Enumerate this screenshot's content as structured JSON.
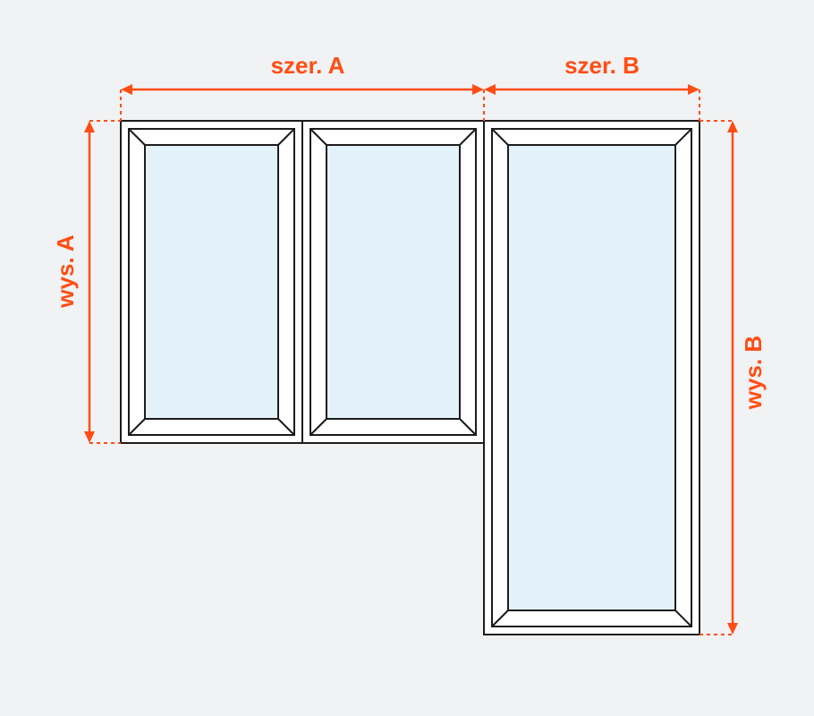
{
  "colors": {
    "background": "#f1f2f4",
    "dimension": "#ff4d14",
    "frame_fill": "#ffffff",
    "frame_stroke": "#1c1c1c",
    "glass": "#e3f2f9"
  },
  "labels": {
    "width_a": "szer. A",
    "width_b": "szer. B",
    "height_a": "wys. A",
    "height_b": "wys. B"
  },
  "windows": [
    {
      "id": "window-a-left",
      "type": "sash"
    },
    {
      "id": "window-a-right",
      "type": "sash"
    },
    {
      "id": "window-b-door",
      "type": "door"
    }
  ]
}
